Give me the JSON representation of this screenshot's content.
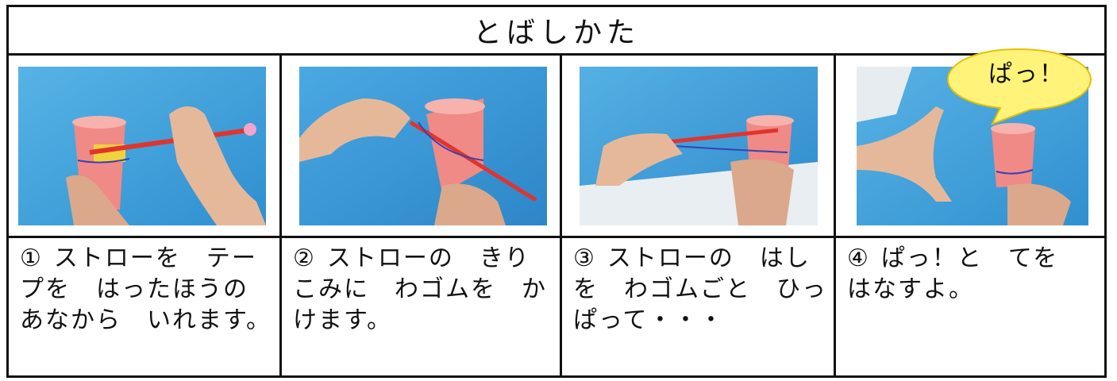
{
  "title": "とばしかた",
  "steps": [
    {
      "number": "①",
      "text": "ストローを　テープを　はったほうの　あなから　いれます。"
    },
    {
      "number": "②",
      "text": "ストローの　きりこみに　わゴムを　かけます。"
    },
    {
      "number": "③",
      "text": "ストローの　はしを　わゴムごと　ひっぱって・・・"
    },
    {
      "number": "④",
      "text": "ぱっ！と　てを　はなすよ。"
    }
  ],
  "bubble": {
    "text": "ぱっ！"
  },
  "colors": {
    "border": "#111111",
    "cloth_blue": "#3e9fd8",
    "cup_pink": "#f08a86",
    "straw_red": "#e0342e",
    "bubble_yellow": "#fff37a",
    "bubble_outline": "#e6c100"
  }
}
